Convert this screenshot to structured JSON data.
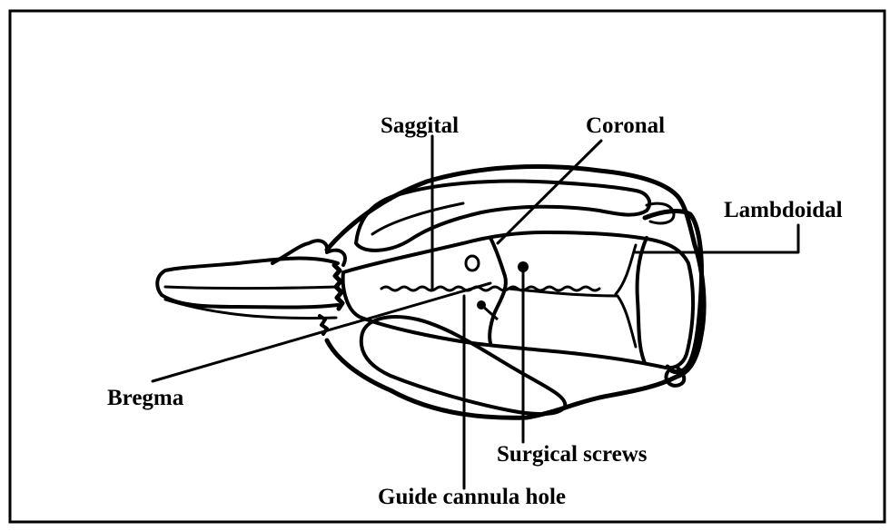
{
  "figure": {
    "labels": {
      "saggital": "Saggital",
      "coronal": "Coronal",
      "lambdoidal": "Lambdoidal",
      "bregma": "Bregma",
      "surgical_screws": "Surgical screws",
      "guide_cannula_hole": "Guide cannula hole"
    },
    "line_color": "#000000",
    "background": "#ffffff"
  }
}
